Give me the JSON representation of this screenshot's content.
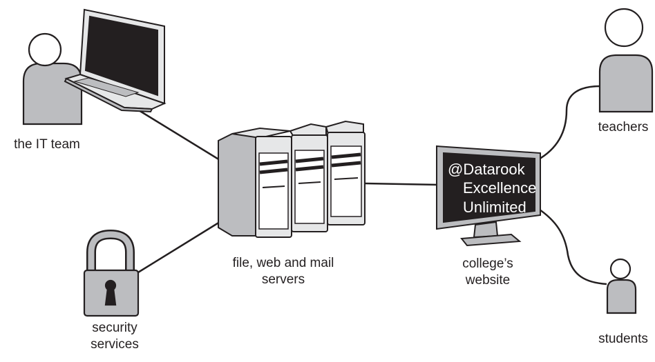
{
  "colors": {
    "outline": "#231f20",
    "figure_fill": "#bcbdc0",
    "light_fill": "#e6e7e8",
    "screen": "#231f20",
    "screen_text": "#ffffff",
    "background": "#ffffff"
  },
  "icons": {
    "it_team": "person-icon",
    "laptop": "laptop-icon",
    "servers": "server-rack-icon",
    "website": "monitor-icon",
    "security": "padlock-icon",
    "teachers": "person-icon",
    "students": "person-icon"
  },
  "nodes": {
    "it_team": "the IT team",
    "servers": [
      "file, web and mail",
      "servers"
    ],
    "website": [
      "college’s",
      "website"
    ],
    "security": [
      "security",
      "services"
    ],
    "teachers": "teachers",
    "students": "students"
  },
  "screen_text": [
    "@Datarook",
    "Excellence",
    "Unlimited"
  ]
}
